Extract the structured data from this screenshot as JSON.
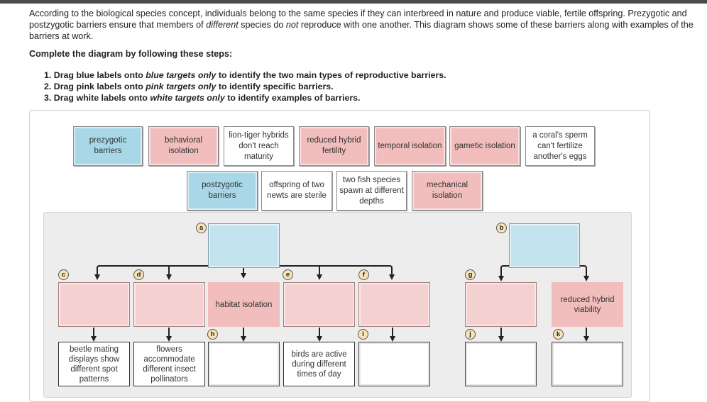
{
  "intro": {
    "p1": "According to the biological species concept, individuals belong to the same species if they can interbreed in nature and produce viable, fertile offspring. Prezygotic and postzygotic barriers ensure that members of ",
    "em1": "different",
    "p2": " species do ",
    "em2": "not",
    "p3": " reproduce with one another. This diagram shows some of these barriers along with examples of the barriers at work."
  },
  "subhead": "Complete the diagram by following these steps:",
  "steps": [
    {
      "pre": "1. Drag blue labels onto ",
      "em": "blue targets only",
      "post": " to identify the two main types of reproductive barriers."
    },
    {
      "pre": "2. Drag pink labels onto ",
      "em": "pink targets only",
      "post": " to identify specific barriers."
    },
    {
      "pre": "3. Drag white labels onto ",
      "em": "white targets only",
      "post": " to identify examples of barriers."
    }
  ],
  "labels": {
    "prezygotic": "prezygotic barriers",
    "behavioral": "behavioral isolation",
    "lion_tiger": "lion-tiger hybrids don't reach maturity",
    "reduced_fertility": "reduced hybrid fertility",
    "temporal": "temporal isolation",
    "gametic": "gametic isolation",
    "coral": "a coral's sperm can't fertilize another's eggs",
    "postzygotic": "postzygotic barriers",
    "newts": "offspring of two newts are sterile",
    "fish": "two fish species spawn at different depths",
    "mechanical": "mechanical isolation"
  },
  "fixed": {
    "habitat": "habitat isolation",
    "reduced_viability": "reduced hybrid viability",
    "beetle": "beetle mating displays show different spot patterns",
    "flowers": "flowers accommodate different insect pollinators",
    "birds": "birds are active during different times of day"
  },
  "badges": [
    "a",
    "b",
    "c",
    "d",
    "e",
    "f",
    "g",
    "h",
    "i",
    "j",
    "k"
  ]
}
